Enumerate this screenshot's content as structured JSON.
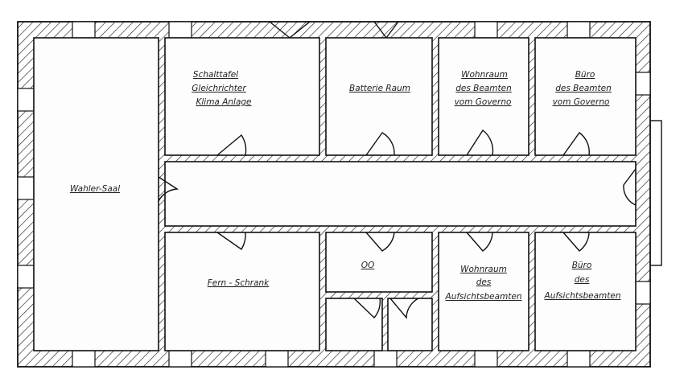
{
  "rooms": {
    "waehler_saal": "Wahler-Saal",
    "schalttafel": [
      "Schalttafel",
      "Gleichrichter",
      "Klima Anlage"
    ],
    "batterie": "Batterie Raum",
    "wohnraum_governo": [
      "Wohnraum",
      "des Beamten",
      "vom Governo"
    ],
    "buero_governo": [
      "Büro",
      "des Beamten",
      "vom Governo"
    ],
    "fern_schrank": "Fern - Schrank",
    "wc": "OO",
    "wohnraum_aufsicht": [
      "Wohnraum",
      "des",
      "Aufsichtsbeamten"
    ],
    "buero_aufsicht": [
      "Büro",
      "des",
      "Aufsichtsbeamten"
    ]
  }
}
